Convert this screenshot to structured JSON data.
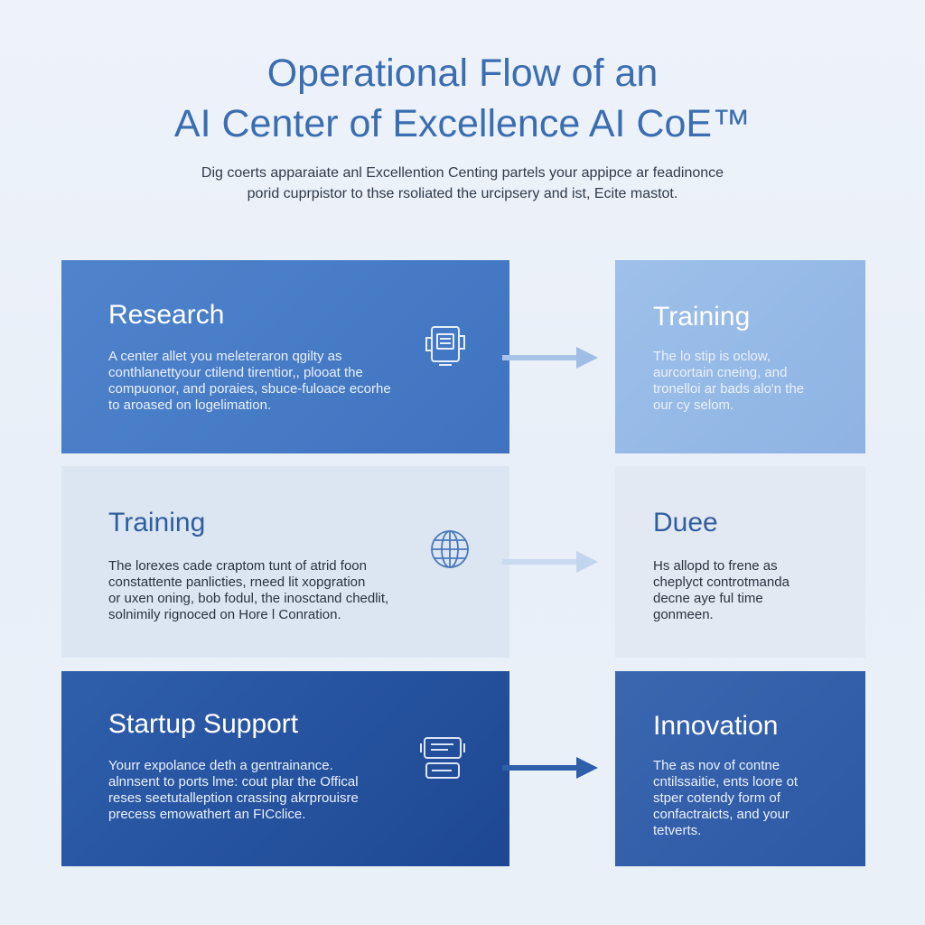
{
  "header": {
    "title_line1": "Operational Flow of an",
    "title_line2": "AI Center of Excellence AI CoE™",
    "subtitle_line1": "Dig coerts apparaiate anl Excellention Centing partels your appipce ar feadinonce",
    "subtitle_line2": "porid cuprpistor to thse rsoliated the urcipsery and ist, Ecite mastot."
  },
  "rows": [
    {
      "left": {
        "title": "Research",
        "lines": [
          "A center allet you meleteraron qgilty as",
          "conthlanettyour ctilend tirentior,, plooat the",
          "compuonor, and poraies, sbuce-fuloace ecorhe",
          "to aroased on logelimation."
        ],
        "icon": "document-device-icon"
      },
      "right": {
        "title": "Training",
        "lines": [
          "The lo stip is oclow,",
          "aurcortain cneing, and",
          "tronelloi ar bads alo'n the",
          "our cy selom."
        ]
      },
      "arrow_color": "#9fbde6"
    },
    {
      "left": {
        "title": "Training",
        "lines": [
          "The lorexes cade craptom tunt of atrid foon",
          "constattente panlicties, rneed lit xopgration",
          "or uxen oning, bob fodul, the inosctand chedlit,",
          "solnimily rignoced on Hore l Conration."
        ],
        "icon": "globe-icon"
      },
      "right": {
        "title": "Duee",
        "lines": [
          "Hs allopd to frene as",
          "cheplyct controtmanda",
          "decne aye ful time",
          "gonmeen."
        ]
      },
      "arrow_color": "#c3d5ee"
    },
    {
      "left": {
        "title": "Startup Support",
        "lines": [
          "Yourr expolance deth a gentrainance.",
          "alnnsent to ports lme: cout plar the Offical",
          "reses seetutalleption crassing akrprouisre",
          "precess emowathert an FICclice."
        ],
        "icon": "server-stack-icon"
      },
      "right": {
        "title": "Innovation",
        "lines": [
          "The as nov of contne",
          "cntilssaitie, ents loore ot",
          "stper cotendy form of",
          "confactraicts, and your",
          "tetverts."
        ]
      },
      "arrow_color": "#2f5fab"
    }
  ]
}
